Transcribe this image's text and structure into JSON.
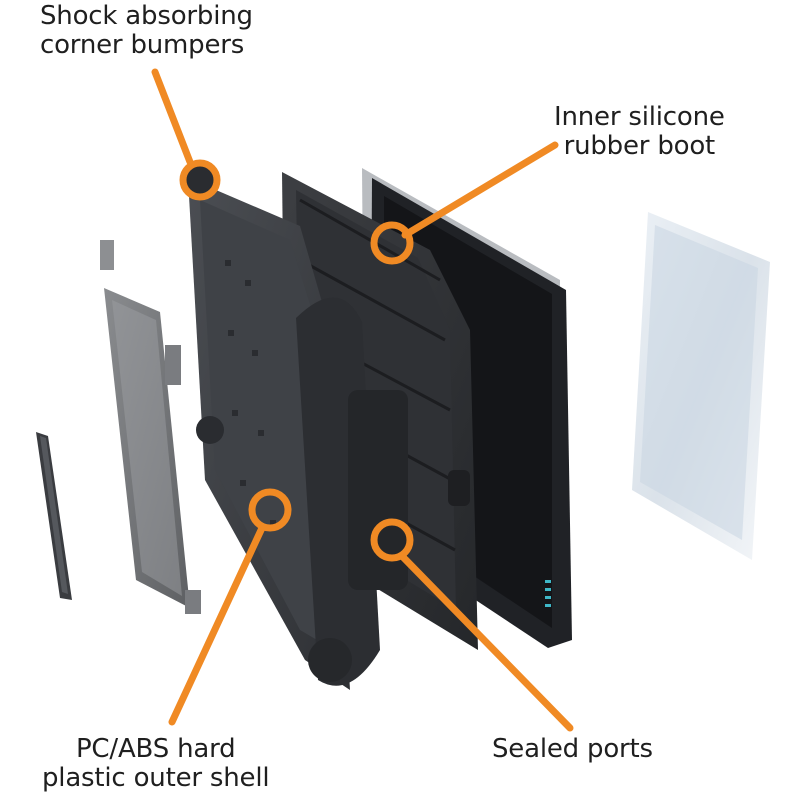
{
  "colors": {
    "accent": "#f08a24",
    "case_dark": "#3a3c40",
    "case_mid": "#4a4d52",
    "screen_glass": "#dfe8f0",
    "indicator": "#3fb8c8"
  },
  "callouts": {
    "bumpers": {
      "line1": "Shock absorbing",
      "line2": "corner bumpers"
    },
    "boot": {
      "line1": "Inner silicone",
      "line2": "rubber boot"
    },
    "shell": {
      "line1": "PC/ABS hard",
      "line2": "plastic outer shell"
    },
    "ports": {
      "line1": "Sealed ports"
    }
  }
}
